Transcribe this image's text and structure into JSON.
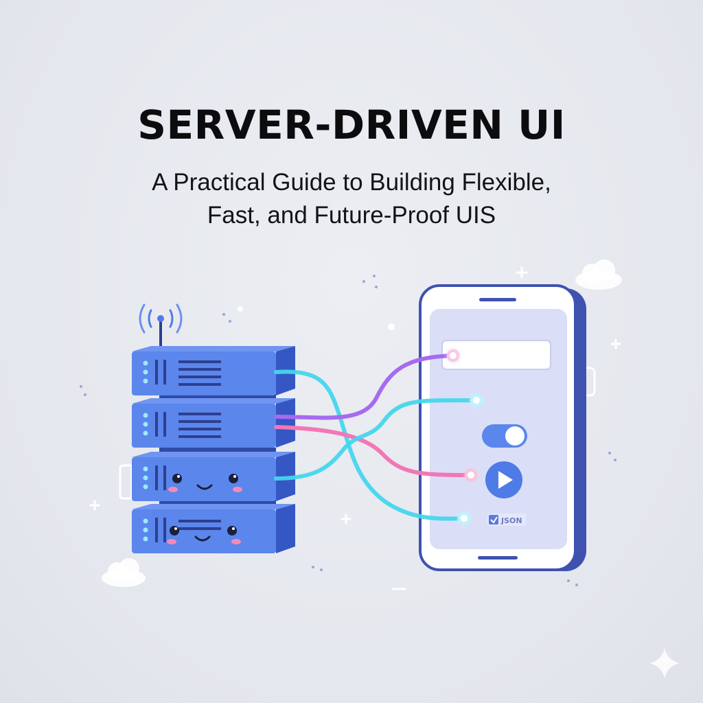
{
  "header": {
    "title": "SERVER-DRIVEN UI",
    "subtitle_line1": "A Practical Guide to Building Flexible,",
    "subtitle_line2": "Fast, and Future-Proof UIS"
  },
  "phone": {
    "json_badge": "JSON"
  },
  "colors": {
    "server_front": "#4f7be6",
    "server_side": "#3a5fcf",
    "cable_cyan": "#46d6ec",
    "cable_purple": "#a56bf0",
    "cable_pink": "#f277b5",
    "phone_frame": "#3f52b0",
    "phone_screen": "#d9def7",
    "accent_blue": "#4f7be6"
  },
  "icons": [
    "wifi-antenna-icon",
    "play-icon",
    "json-checkbox-icon",
    "toggle-switch-icon",
    "cloud-icon",
    "sparkle-icon"
  ]
}
